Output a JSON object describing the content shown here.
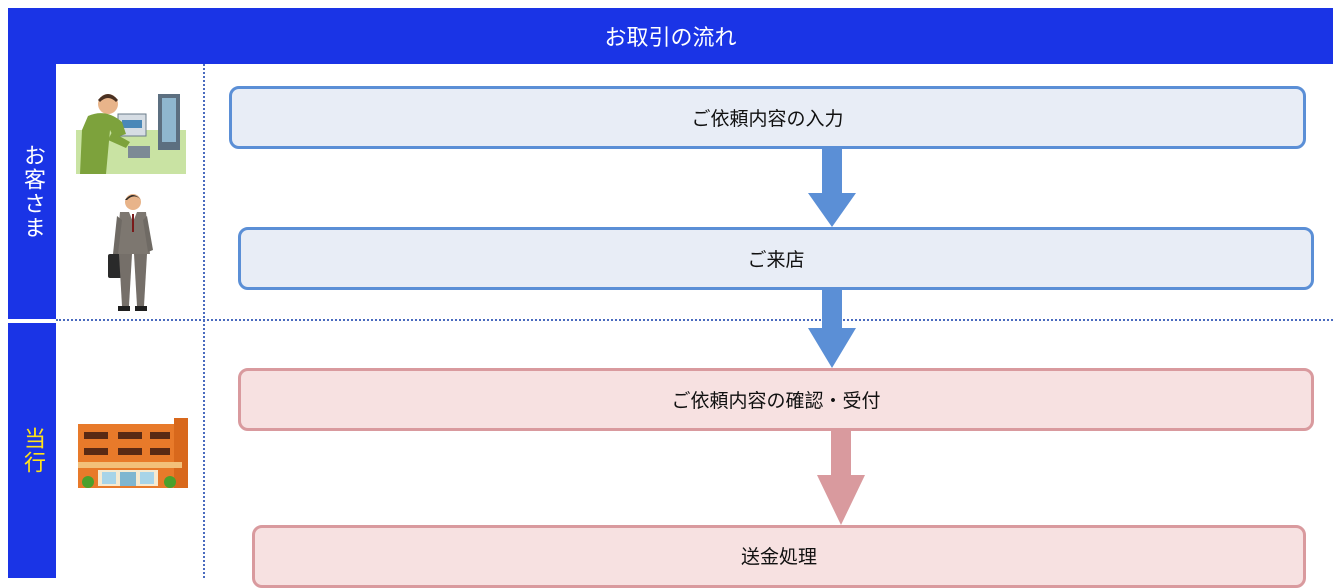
{
  "title": "お取引の流れ",
  "lanes": {
    "customer": "お客さま",
    "bank": "当行"
  },
  "steps": [
    {
      "label": "ご依頼内容の入力",
      "actor": "customer"
    },
    {
      "label": "ご来店",
      "actor": "customer"
    },
    {
      "label": "ご依頼内容の確認・受付",
      "actor": "bank"
    },
    {
      "label": "送金処理",
      "actor": "bank"
    }
  ],
  "colors": {
    "header": "#1a34e6",
    "bank_label": "#ffe21a",
    "customer_arrow": "#5b8fd6",
    "bank_arrow": "#d99a9e",
    "customer_box_fill": "#e8edf6",
    "bank_box_fill": "#f7e1e1"
  },
  "icons": [
    "person-at-computer-icon",
    "businessman-icon",
    "bank-building-icon"
  ]
}
